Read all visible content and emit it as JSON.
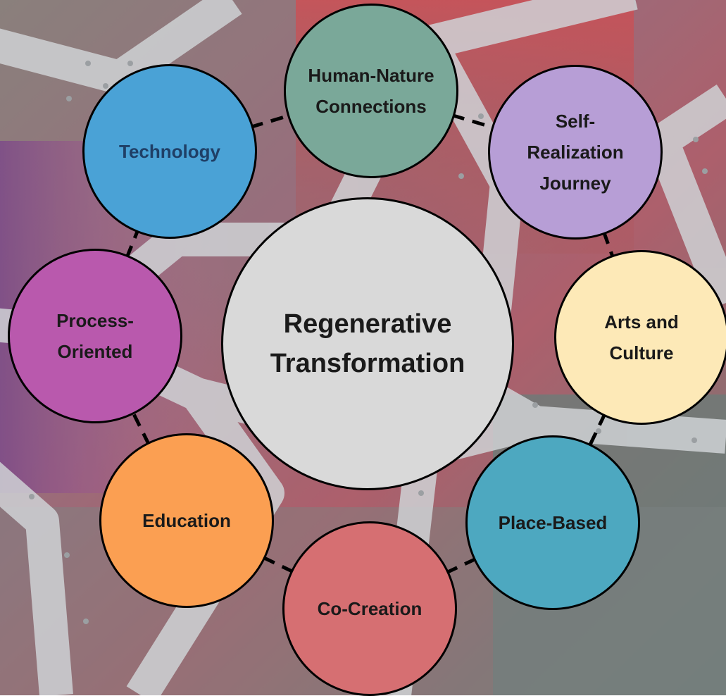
{
  "diagram": {
    "center": {
      "label": "Regenerative\nTransformation",
      "color": "#d9d9d9"
    },
    "nodes": [
      {
        "key": "human-nature",
        "label": "Human-Nature\nConnections",
        "color": "#7aa899",
        "text_color": "#1a1a1a"
      },
      {
        "key": "self-realization",
        "label": "Self-\nRealization\nJourney",
        "color": "#b79ed6",
        "text_color": "#1a1a1a"
      },
      {
        "key": "arts-culture",
        "label": "Arts and\nCulture",
        "color": "#fde9b7",
        "text_color": "#1a1a1a"
      },
      {
        "key": "place-based",
        "label": "Place-Based",
        "color": "#4da8c0",
        "text_color": "#1a1a1a"
      },
      {
        "key": "co-creation",
        "label": "Co-Creation",
        "color": "#d66f72",
        "text_color": "#1a1a1a"
      },
      {
        "key": "education",
        "label": "Education",
        "color": "#fb9f52",
        "text_color": "#1a1a1a"
      },
      {
        "key": "process-oriented",
        "label": "Process-\nOriented",
        "color": "#b959ad",
        "text_color": "#1a1a1a"
      },
      {
        "key": "technology",
        "label": "Technology",
        "color": "#4aa2d6",
        "text_color": "#1f3f66"
      }
    ]
  }
}
